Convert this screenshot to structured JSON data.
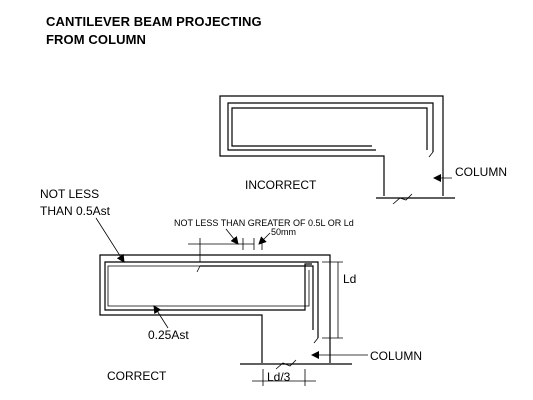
{
  "title": {
    "line1": "CANTILEVER BEAM PROJECTING",
    "line2": "FROM COLUMN"
  },
  "incorrect": {
    "label": "INCORRECT",
    "column_label": "COLUMN"
  },
  "correct": {
    "label": "CORRECT",
    "column_label": "COLUMN",
    "top_note_line1": "NOT LESS",
    "top_note_line2": "THAN 0.5Ast",
    "bottom_note": "0.25Ast",
    "dim_note": "NOT LESS THAN GREATER OF 0.5L OR Ld",
    "dim_50": "50mm",
    "ld_label": "Ld",
    "ld3_label": "Ld/3"
  }
}
